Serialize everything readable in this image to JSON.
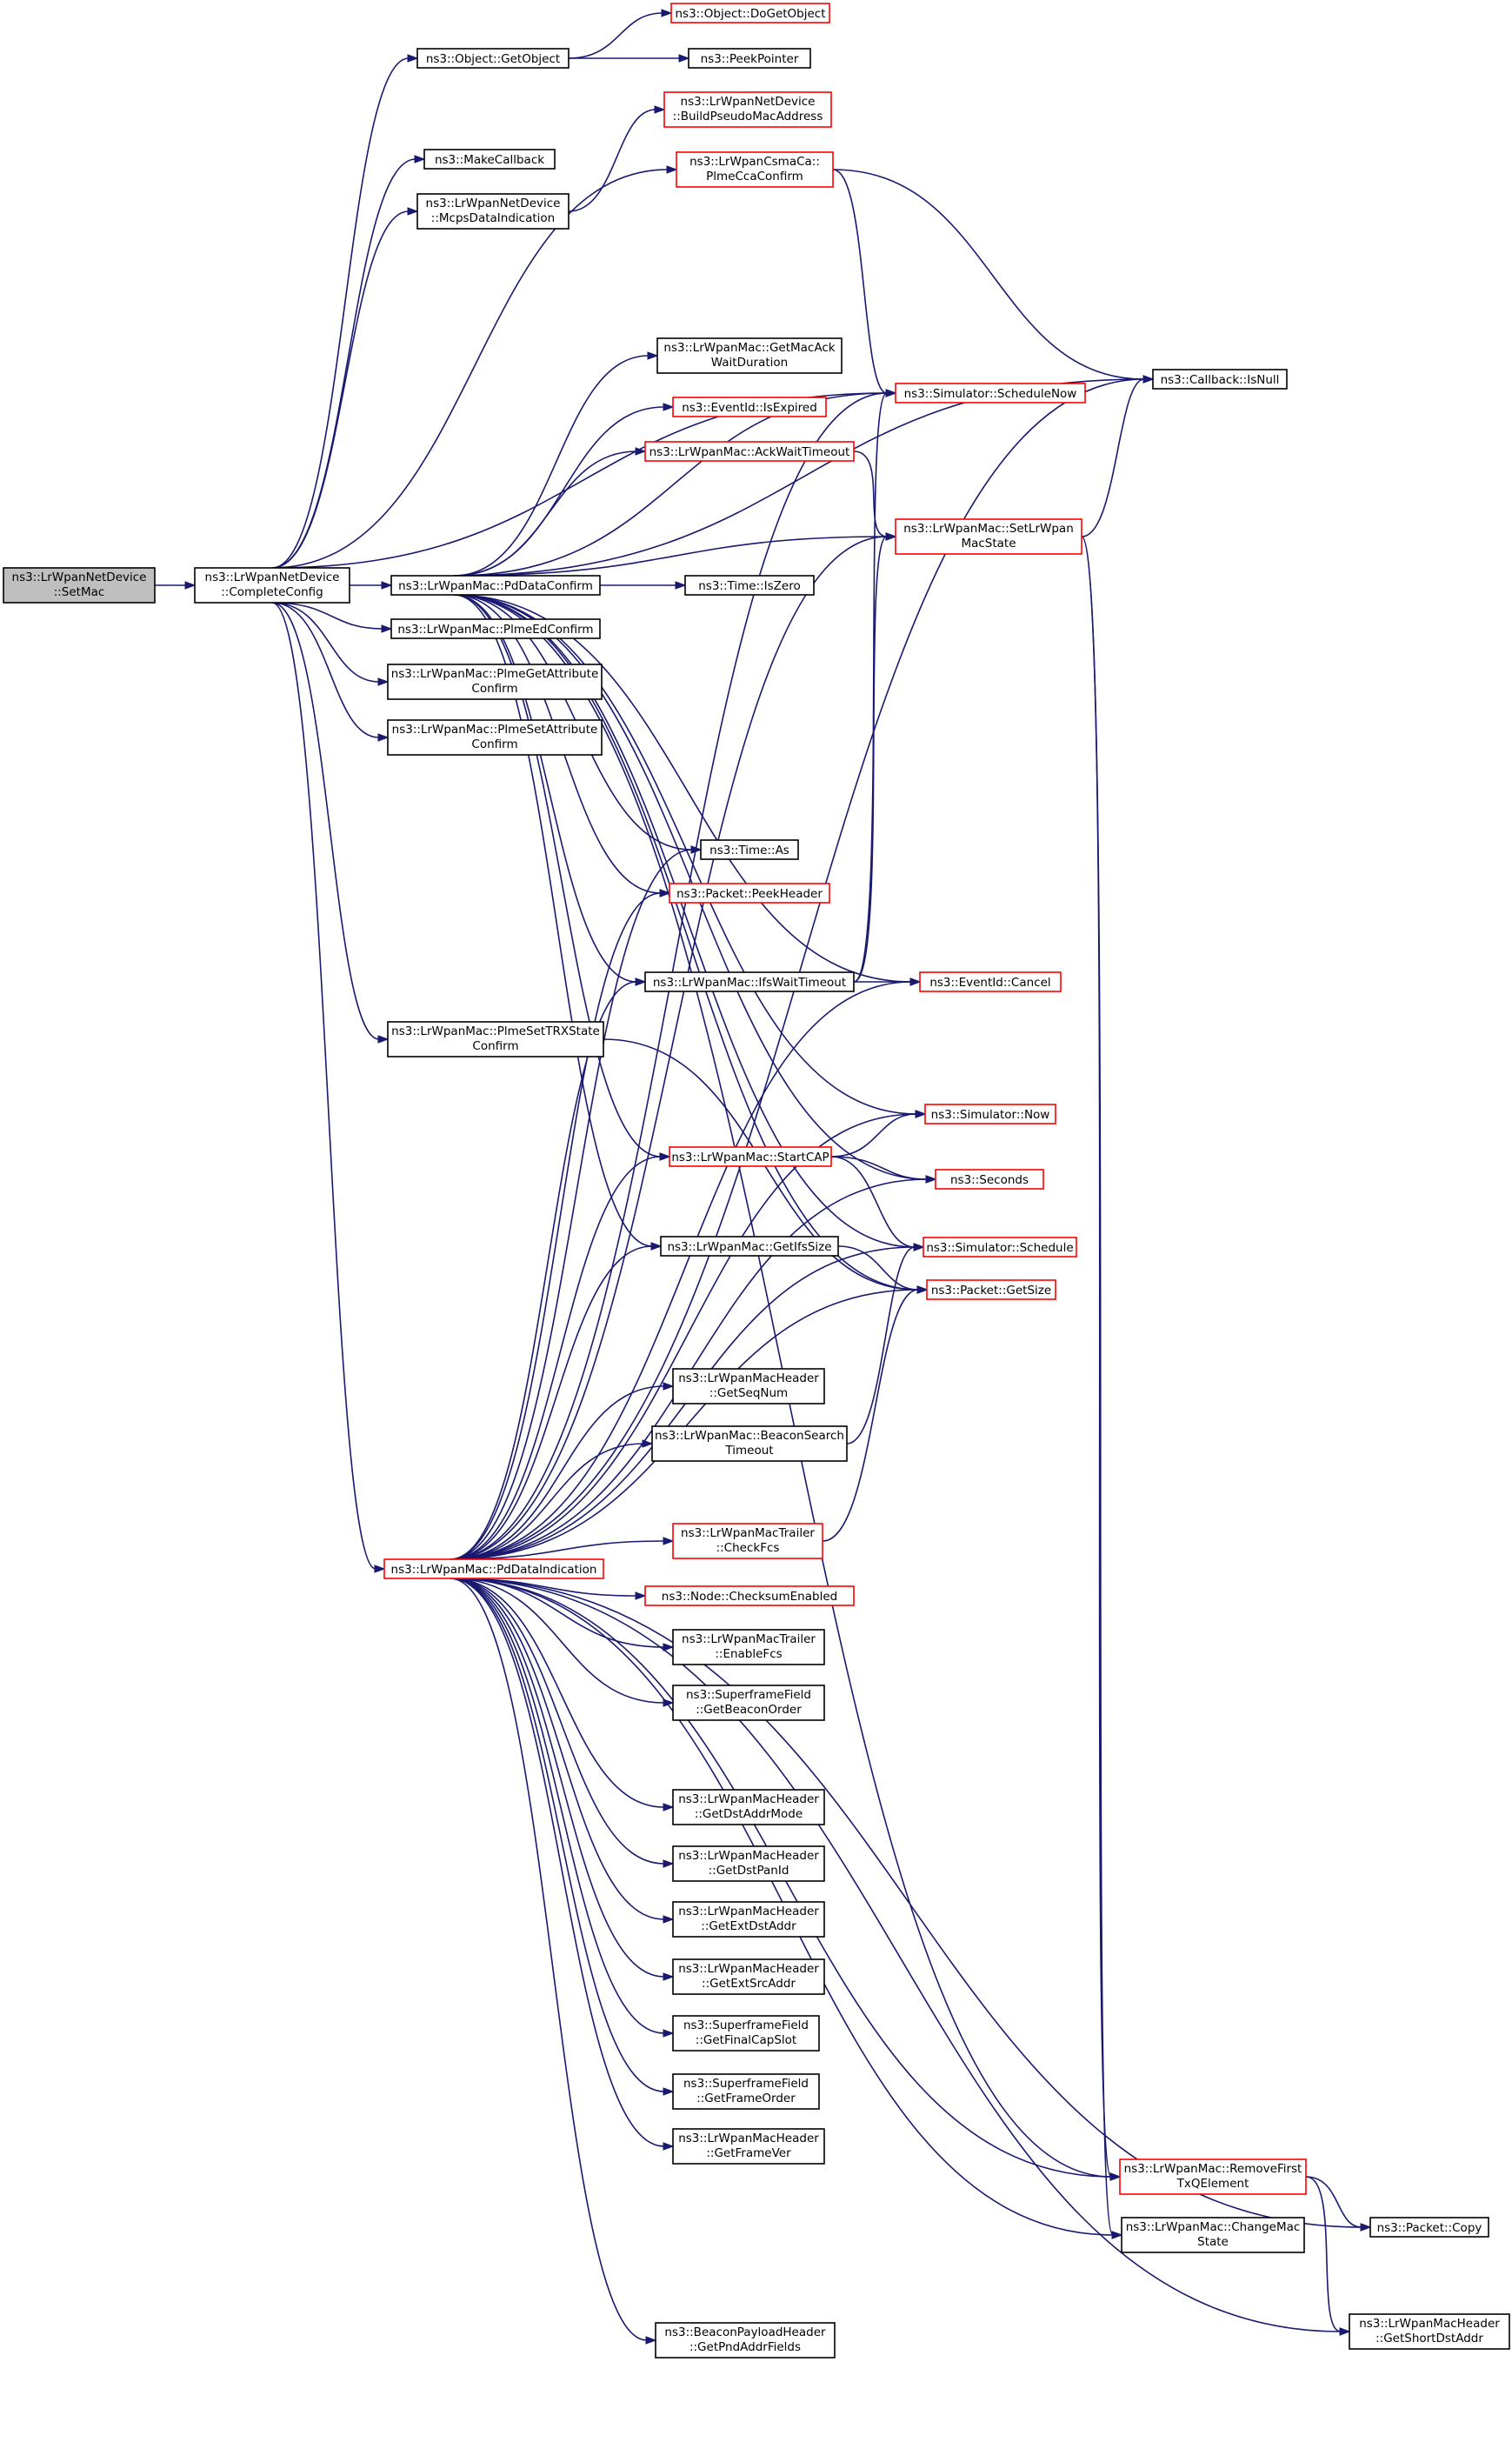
{
  "graph": {
    "nodes": [
      {
        "id": "root",
        "lines": [
          "ns3::LrWpanNetDevice",
          "::SetMac"
        ],
        "style": "root"
      },
      {
        "id": "cc",
        "lines": [
          "ns3::LrWpanNetDevice",
          "::CompleteConfig"
        ],
        "style": "black"
      },
      {
        "id": "getobj",
        "lines": [
          "ns3::Object::GetObject"
        ],
        "style": "black"
      },
      {
        "id": "dogetobj",
        "lines": [
          "ns3::Object::DoGetObject"
        ],
        "style": "red"
      },
      {
        "id": "peekptr",
        "lines": [
          "ns3::PeekPointer"
        ],
        "style": "black"
      },
      {
        "id": "makecb",
        "lines": [
          "ns3::MakeCallback"
        ],
        "style": "black"
      },
      {
        "id": "bpma",
        "lines": [
          "ns3::LrWpanNetDevice",
          "::BuildPseudoMacAddress"
        ],
        "style": "red"
      },
      {
        "id": "mcps",
        "lines": [
          "ns3::LrWpanNetDevice",
          "::McpsDataIndication"
        ],
        "style": "black"
      },
      {
        "id": "plmecca",
        "lines": [
          "ns3::LrWpanCsmaCa::",
          "PlmeCcaConfirm"
        ],
        "style": "red"
      },
      {
        "id": "getmacack",
        "lines": [
          "ns3::LrWpanMac::GetMacAck",
          "WaitDuration"
        ],
        "style": "black"
      },
      {
        "id": "isexpired",
        "lines": [
          "ns3::EventId::IsExpired"
        ],
        "style": "red"
      },
      {
        "id": "acktimeout",
        "lines": [
          "ns3::LrWpanMac::AckWaitTimeout"
        ],
        "style": "red"
      },
      {
        "id": "schednow",
        "lines": [
          "ns3::Simulator::ScheduleNow"
        ],
        "style": "red"
      },
      {
        "id": "cbnull",
        "lines": [
          "ns3::Callback::IsNull"
        ],
        "style": "black"
      },
      {
        "id": "setstate",
        "lines": [
          "ns3::LrWpanMac::SetLrWpan",
          "MacState"
        ],
        "style": "red"
      },
      {
        "id": "pddc",
        "lines": [
          "ns3::LrWpanMac::PdDataConfirm"
        ],
        "style": "black"
      },
      {
        "id": "iszero",
        "lines": [
          "ns3::Time::IsZero"
        ],
        "style": "black"
      },
      {
        "id": "plmeed",
        "lines": [
          "ns3::LrWpanMac::PlmeEdConfirm"
        ],
        "style": "black"
      },
      {
        "id": "plmeget",
        "lines": [
          "ns3::LrWpanMac::PlmeGetAttribute",
          "Confirm"
        ],
        "style": "black"
      },
      {
        "id": "plmeset",
        "lines": [
          "ns3::LrWpanMac::PlmeSetAttribute",
          "Confirm"
        ],
        "style": "black"
      },
      {
        "id": "timeas",
        "lines": [
          "ns3::Time::As"
        ],
        "style": "black"
      },
      {
        "id": "peekhdr",
        "lines": [
          "ns3::Packet::PeekHeader"
        ],
        "style": "red"
      },
      {
        "id": "ifswait",
        "lines": [
          "ns3::LrWpanMac::IfsWaitTimeout"
        ],
        "style": "black"
      },
      {
        "id": "cancel",
        "lines": [
          "ns3::EventId::Cancel"
        ],
        "style": "red"
      },
      {
        "id": "plmetrx",
        "lines": [
          "ns3::LrWpanMac::PlmeSetTRXState",
          "Confirm"
        ],
        "style": "black"
      },
      {
        "id": "simnow",
        "lines": [
          "ns3::Simulator::Now"
        ],
        "style": "red"
      },
      {
        "id": "startcap",
        "lines": [
          "ns3::LrWpanMac::StartCAP"
        ],
        "style": "red"
      },
      {
        "id": "seconds",
        "lines": [
          "ns3::Seconds"
        ],
        "style": "red"
      },
      {
        "id": "schedule",
        "lines": [
          "ns3::Simulator::Schedule"
        ],
        "style": "red"
      },
      {
        "id": "getifs",
        "lines": [
          "ns3::LrWpanMac::GetIfsSize"
        ],
        "style": "black"
      },
      {
        "id": "getsize",
        "lines": [
          "ns3::Packet::GetSize"
        ],
        "style": "red"
      },
      {
        "id": "seqnum",
        "lines": [
          "ns3::LrWpanMacHeader",
          "::GetSeqNum"
        ],
        "style": "black"
      },
      {
        "id": "beacontimeout",
        "lines": [
          "ns3::LrWpanMac::BeaconSearch",
          "Timeout"
        ],
        "style": "black"
      },
      {
        "id": "checkfcs",
        "lines": [
          "ns3::LrWpanMacTrailer",
          "::CheckFcs"
        ],
        "style": "red"
      },
      {
        "id": "pddi",
        "lines": [
          "ns3::LrWpanMac::PdDataIndication"
        ],
        "style": "red"
      },
      {
        "id": "chksum",
        "lines": [
          "ns3::Node::ChecksumEnabled"
        ],
        "style": "red"
      },
      {
        "id": "enablefcs",
        "lines": [
          "ns3::LrWpanMacTrailer",
          "::EnableFcs"
        ],
        "style": "black"
      },
      {
        "id": "beaconorder",
        "lines": [
          "ns3::SuperframeField",
          "::GetBeaconOrder"
        ],
        "style": "black"
      },
      {
        "id": "dstaddrmode",
        "lines": [
          "ns3::LrWpanMacHeader",
          "::GetDstAddrMode"
        ],
        "style": "black"
      },
      {
        "id": "dstpanid",
        "lines": [
          "ns3::LrWpanMacHeader",
          "::GetDstPanId"
        ],
        "style": "black"
      },
      {
        "id": "extdst",
        "lines": [
          "ns3::LrWpanMacHeader",
          "::GetExtDstAddr"
        ],
        "style": "black"
      },
      {
        "id": "extsrc",
        "lines": [
          "ns3::LrWpanMacHeader",
          "::GetExtSrcAddr"
        ],
        "style": "black"
      },
      {
        "id": "finalcap",
        "lines": [
          "ns3::SuperframeField",
          "::GetFinalCapSlot"
        ],
        "style": "black"
      },
      {
        "id": "frameorder",
        "lines": [
          "ns3::SuperframeField",
          "::GetFrameOrder"
        ],
        "style": "black"
      },
      {
        "id": "framever",
        "lines": [
          "ns3::LrWpanMacHeader",
          "::GetFrameVer"
        ],
        "style": "black"
      },
      {
        "id": "removefirst",
        "lines": [
          "ns3::LrWpanMac::RemoveFirst",
          "TxQElement"
        ],
        "style": "red"
      },
      {
        "id": "changemac",
        "lines": [
          "ns3::LrWpanMac::ChangeMac",
          "State"
        ],
        "style": "black"
      },
      {
        "id": "pktcopy",
        "lines": [
          "ns3::Packet::Copy"
        ],
        "style": "black"
      },
      {
        "id": "pndaddr",
        "lines": [
          "ns3::BeaconPayloadHeader",
          "::GetPndAddrFields"
        ],
        "style": "black"
      },
      {
        "id": "shortdst",
        "lines": [
          "ns3::LrWpanMacHeader",
          "::GetShortDstAddr"
        ],
        "style": "black"
      }
    ],
    "edges": [
      [
        "root",
        "cc"
      ],
      [
        "cc",
        "getobj"
      ],
      [
        "getobj",
        "dogetobj"
      ],
      [
        "getobj",
        "peekptr"
      ],
      [
        "cc",
        "makecb"
      ],
      [
        "cc",
        "mcps"
      ],
      [
        "mcps",
        "bpma"
      ],
      [
        "cc",
        "plmecca"
      ],
      [
        "plmecca",
        "cbnull"
      ],
      [
        "plmecca",
        "schednow"
      ],
      [
        "cc",
        "schednow"
      ],
      [
        "cc",
        "pddc"
      ],
      [
        "cc",
        "plmeed"
      ],
      [
        "cc",
        "plmeget"
      ],
      [
        "cc",
        "plmeset"
      ],
      [
        "cc",
        "plmetrx"
      ],
      [
        "cc",
        "pddi"
      ],
      [
        "pddc",
        "getmacack"
      ],
      [
        "pddc",
        "isexpired"
      ],
      [
        "pddc",
        "acktimeout"
      ],
      [
        "pddc",
        "setstate"
      ],
      [
        "pddc",
        "iszero"
      ],
      [
        "pddc",
        "cbnull"
      ],
      [
        "pddc",
        "timeas"
      ],
      [
        "pddc",
        "peekhdr"
      ],
      [
        "pddc",
        "ifswait"
      ],
      [
        "pddc",
        "cancel"
      ],
      [
        "pddc",
        "simnow"
      ],
      [
        "pddc",
        "startcap"
      ],
      [
        "pddc",
        "seconds"
      ],
      [
        "pddc",
        "schedule"
      ],
      [
        "pddc",
        "getifs"
      ],
      [
        "pddc",
        "getsize"
      ],
      [
        "pddc",
        "removefirst"
      ],
      [
        "pddc",
        "schednow"
      ],
      [
        "acktimeout",
        "setstate"
      ],
      [
        "setstate",
        "cbnull"
      ],
      [
        "setstate",
        "removefirst"
      ],
      [
        "setstate",
        "changemac"
      ],
      [
        "ifswait",
        "cancel"
      ],
      [
        "ifswait",
        "schednow"
      ],
      [
        "ifswait",
        "setstate"
      ],
      [
        "startcap",
        "simnow"
      ],
      [
        "startcap",
        "seconds"
      ],
      [
        "startcap",
        "schedule"
      ],
      [
        "getifs",
        "getsize"
      ],
      [
        "beacontimeout",
        "schedule"
      ],
      [
        "checkfcs",
        "getsize"
      ],
      [
        "plmetrx",
        "getsize"
      ],
      [
        "removefirst",
        "pktcopy"
      ],
      [
        "removefirst",
        "shortdst"
      ],
      [
        "pddi",
        "timeas"
      ],
      [
        "pddi",
        "peekhdr"
      ],
      [
        "pddi",
        "ifswait"
      ],
      [
        "pddi",
        "cancel"
      ],
      [
        "pddi",
        "simnow"
      ],
      [
        "pddi",
        "startcap"
      ],
      [
        "pddi",
        "seconds"
      ],
      [
        "pddi",
        "schedule"
      ],
      [
        "pddi",
        "getifs"
      ],
      [
        "pddi",
        "getsize"
      ],
      [
        "pddi",
        "seqnum"
      ],
      [
        "pddi",
        "beacontimeout"
      ],
      [
        "pddi",
        "checkfcs"
      ],
      [
        "pddi",
        "chksum"
      ],
      [
        "pddi",
        "enablefcs"
      ],
      [
        "pddi",
        "beaconorder"
      ],
      [
        "pddi",
        "dstaddrmode"
      ],
      [
        "pddi",
        "dstpanid"
      ],
      [
        "pddi",
        "extdst"
      ],
      [
        "pddi",
        "extsrc"
      ],
      [
        "pddi",
        "finalcap"
      ],
      [
        "pddi",
        "frameorder"
      ],
      [
        "pddi",
        "framever"
      ],
      [
        "pddi",
        "removefirst"
      ],
      [
        "pddi",
        "changemac"
      ],
      [
        "pddi",
        "pktcopy"
      ],
      [
        "pddi",
        "pndaddr"
      ],
      [
        "pddi",
        "shortdst"
      ],
      [
        "pddi",
        "setstate"
      ],
      [
        "pddi",
        "cbnull"
      ],
      [
        "pddi",
        "schednow"
      ]
    ]
  }
}
